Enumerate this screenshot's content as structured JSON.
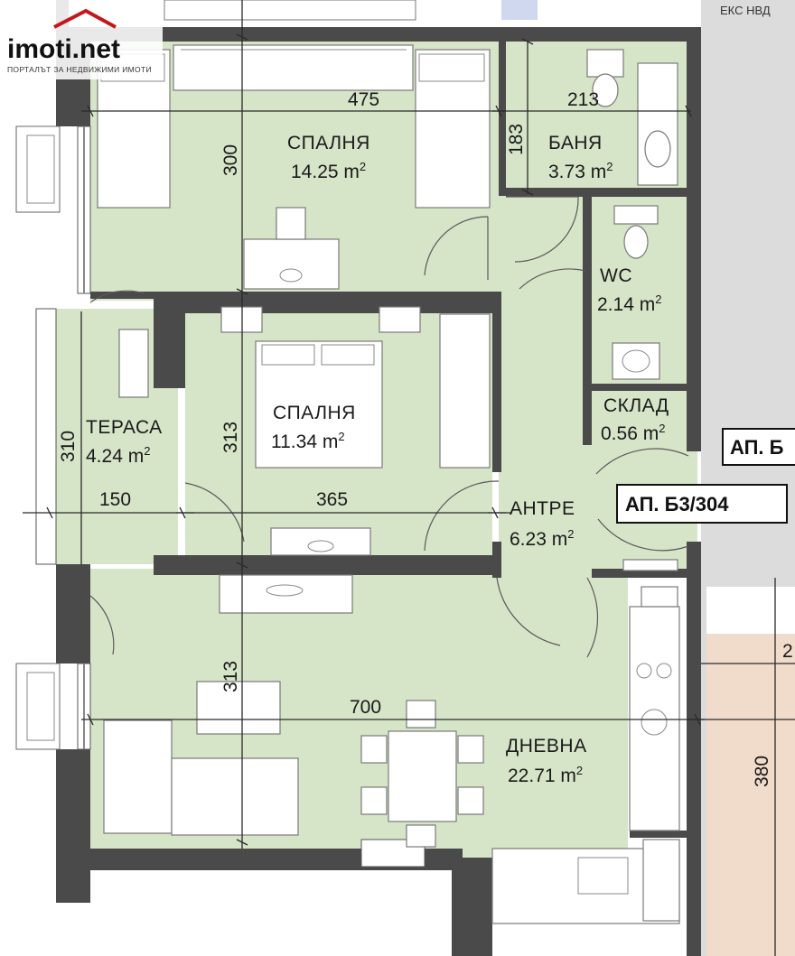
{
  "brand": {
    "name": "imoti.net",
    "tagline": "ПОРТАЛЪТ ЗА НЕДВИЖИМИ ИМОТИ"
  },
  "corner_note": "ЕКС НВД",
  "apartment": {
    "label": "АП. Б3/304",
    "neighbor_label": "АП. Б"
  },
  "rooms": {
    "bedroom1": {
      "name": "СПАЛНЯ",
      "area": "14.25 m",
      "unit_sup": "2"
    },
    "bathroom": {
      "name": "БАНЯ",
      "area": "3.73 m",
      "unit_sup": "2"
    },
    "wc": {
      "name": "WC",
      "area": "2.14 m",
      "unit_sup": "2"
    },
    "storage": {
      "name": "СКЛАД",
      "area": "0.56 m",
      "unit_sup": "2"
    },
    "bedroom2": {
      "name": "СПАЛНЯ",
      "area": "11.34 m",
      "unit_sup": "2"
    },
    "terrace": {
      "name": "ТЕРАСА",
      "area": "4.24 m",
      "unit_sup": "2"
    },
    "hall": {
      "name": "АНТРЕ",
      "area": "6.23 m",
      "unit_sup": "2"
    },
    "living": {
      "name": "ДНЕВНА",
      "area": "22.71 m",
      "unit_sup": "2"
    }
  },
  "dimensions": {
    "bedroom1_width": "475",
    "bedroom1_depth": "300",
    "bath_width": "213",
    "bath_depth": "183",
    "terrace_depth": "310",
    "terrace_width": "150",
    "bedroom2_width": "365",
    "bedroom2_depth": "313",
    "living_depth": "313",
    "living_width": "700",
    "neighbor_depth": "380",
    "neighbor_width_partial": "2"
  },
  "colors": {
    "room_fill": "#d6e4c8",
    "wall": "#4a4a4a",
    "neighbor_fill": "#f1dccc",
    "gray_area": "#dcdcdc",
    "brand_red": "#c4161c"
  }
}
